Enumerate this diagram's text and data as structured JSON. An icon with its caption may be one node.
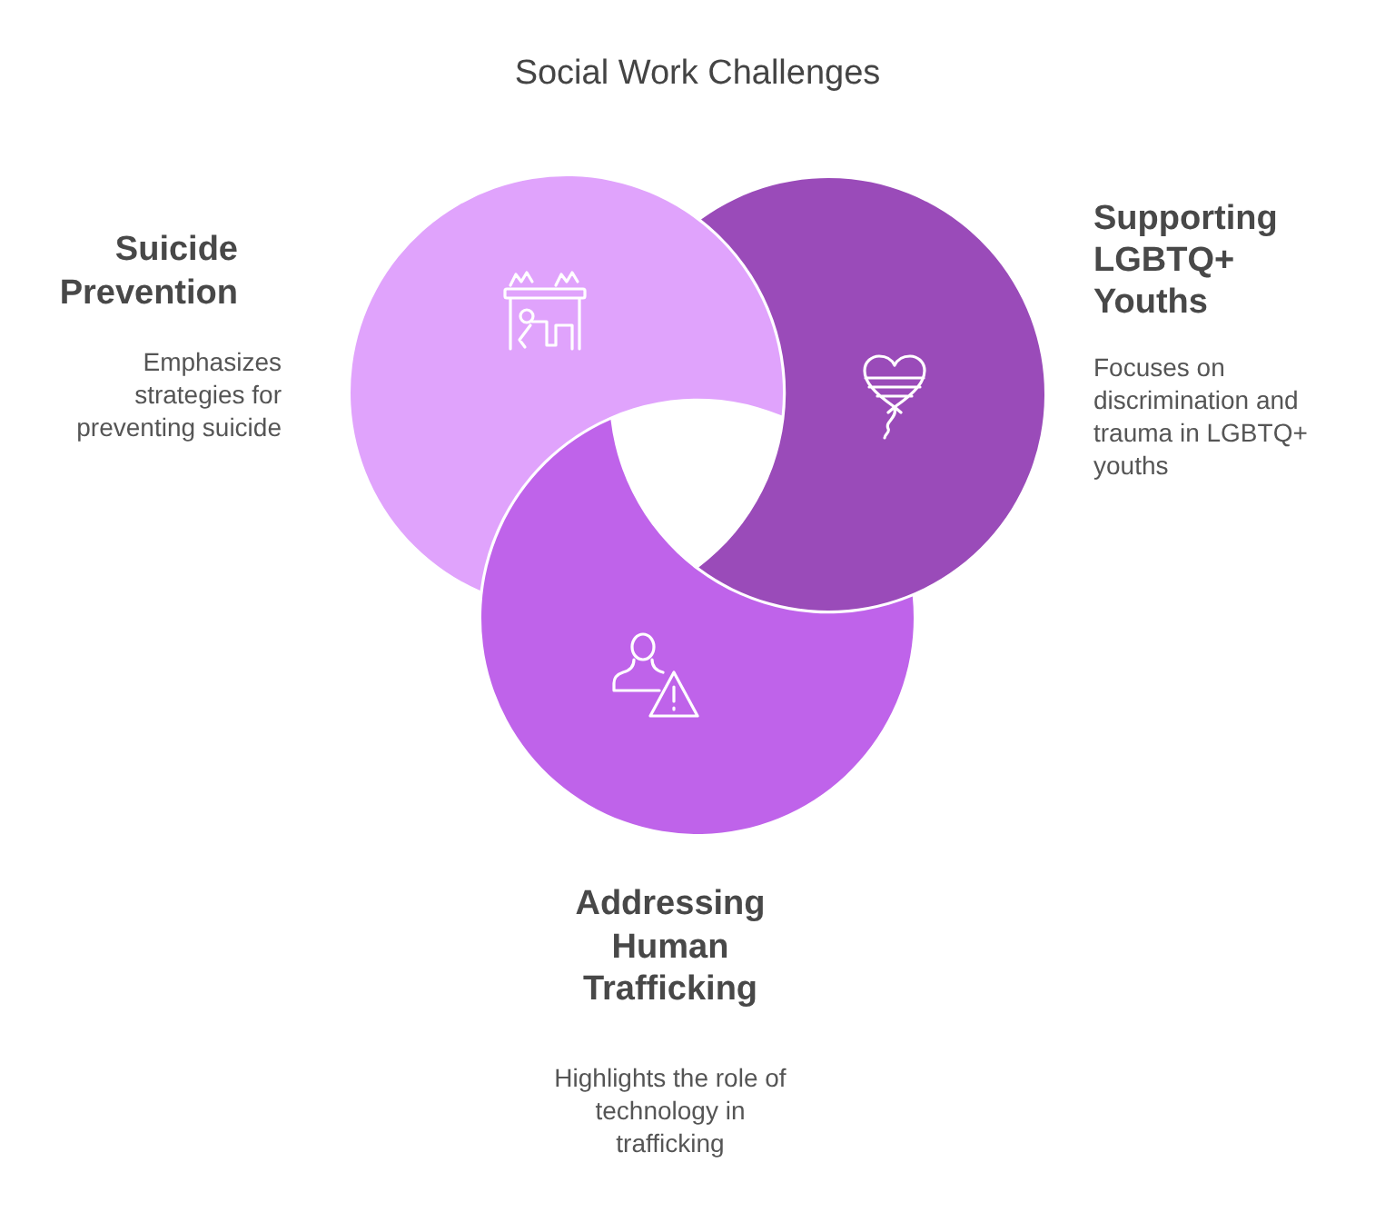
{
  "diagram": {
    "title": "Social Work Challenges",
    "nodes": [
      {
        "text": [],
        "shape": "circle",
        "beside": [
          "Suicide Prevention",
          "Emphasizes strategies for preventing suicide"
        ]
      },
      {
        "text": [],
        "shape": "circle",
        "beside": [
          "Supporting LGBTQ+ Youths",
          "Focuses on discrimination and trauma in LGBTQ+ youths"
        ]
      },
      {
        "text": [],
        "shape": "circle",
        "beside": [
          "Addressing Human Trafficking",
          "Highlights the role of technology in trafficking"
        ]
      }
    ]
  }
}
